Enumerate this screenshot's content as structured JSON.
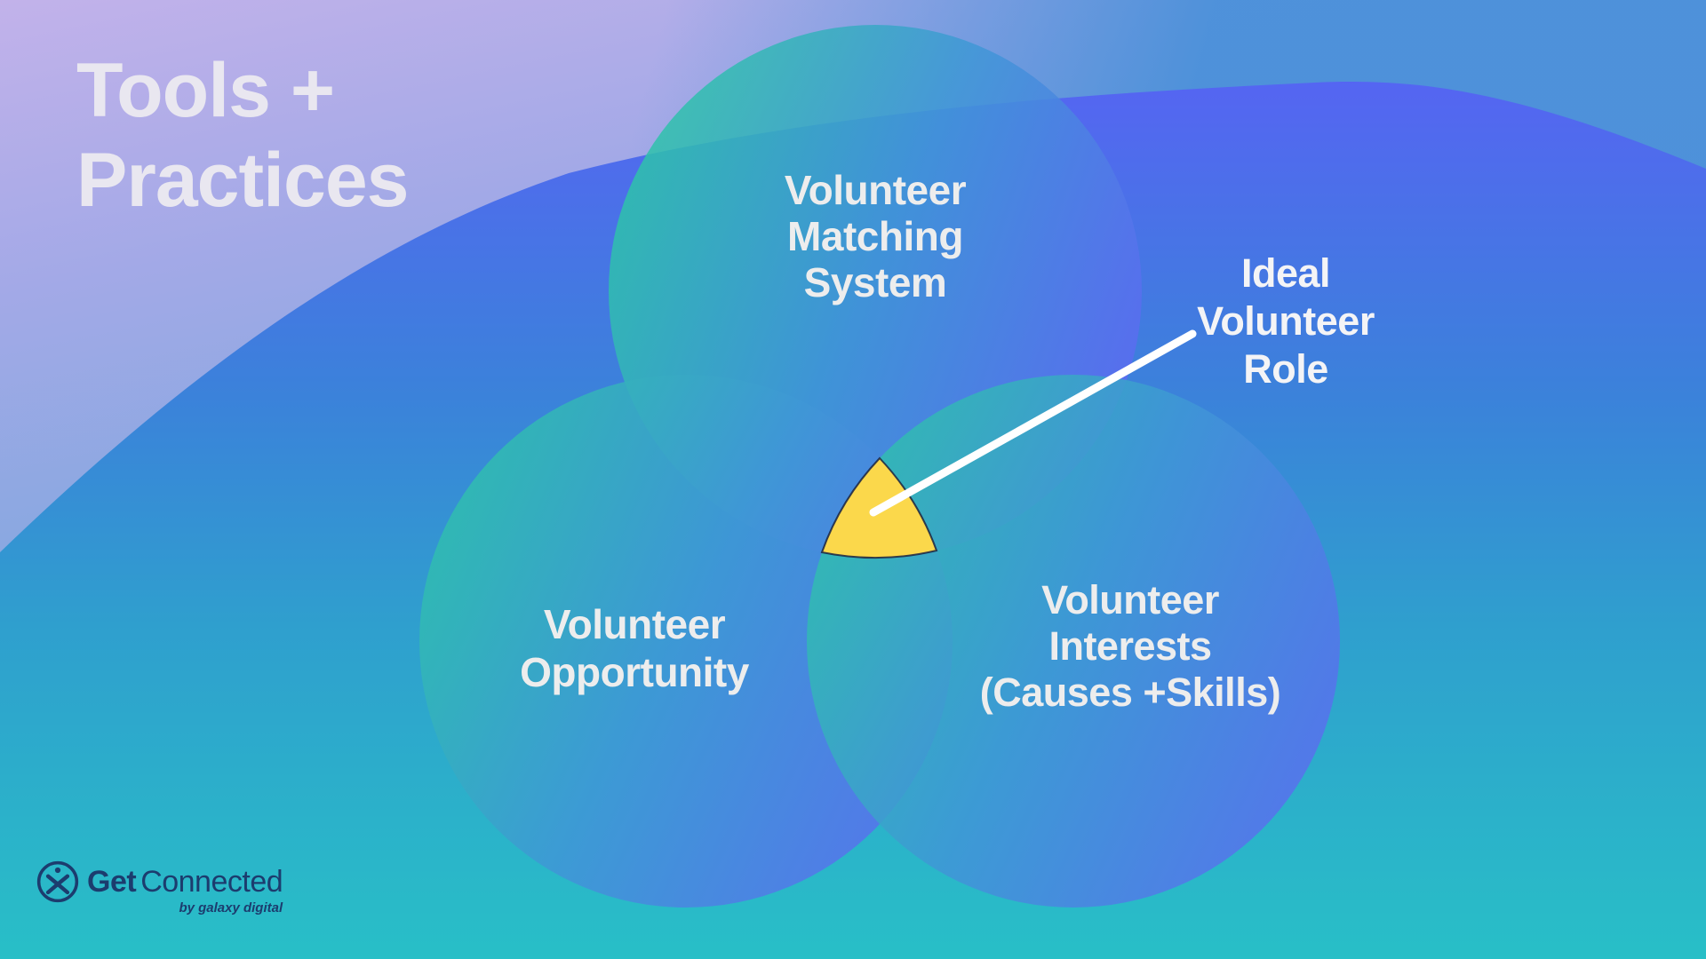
{
  "title": "Tools +\nPractices",
  "venn": {
    "circle_top": {
      "label": "Volunteer\nMatching\nSystem"
    },
    "circle_left": {
      "label": "Volunteer\nOpportunity"
    },
    "circle_right": {
      "label": "Volunteer\nInterests\n(Causes +Skills)"
    },
    "center_callout": {
      "label": "Ideal\nVolunteer\nRole",
      "highlight_color": "#FBD84B"
    }
  },
  "logo": {
    "brand_bold": "Get",
    "brand_light": "Connected",
    "tagline": "by galaxy digital",
    "icon": "person-in-circle-icon",
    "color": "#1C3C6E"
  },
  "colors": {
    "accent_yellow": "#FBD84B",
    "circle_teal": "#2EC2AB",
    "circle_indigo": "#5B6CF0",
    "wave_blue": "#3B82DA",
    "background_lavender": "#B5AEE8",
    "background_blue": "#4A90D9",
    "background_teal": "#29BAC6",
    "text_light": "#EDEDED",
    "logo_navy": "#1C3C6E"
  }
}
